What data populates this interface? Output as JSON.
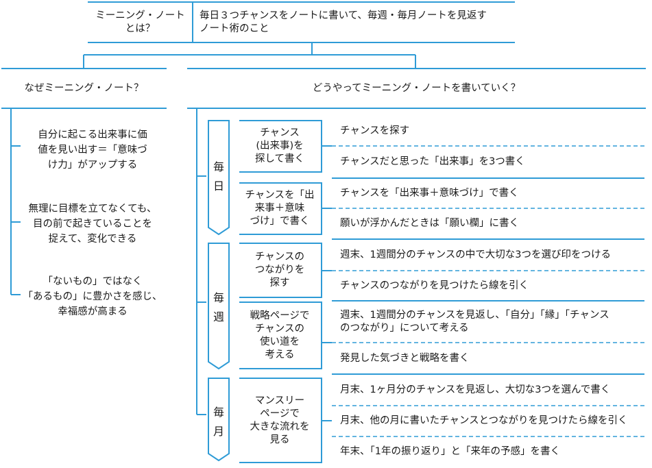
{
  "header": {
    "label": "ミーニング・ノート\nとは？",
    "definition": "毎日３つチャンスをノートに書いて、毎週・毎月ノートを見返す\nノート術のこと"
  },
  "why": {
    "title": "なぜミーニング・ノート？",
    "items": [
      "自分に起こる出来事に価\n値を見い出す＝「意味づ\nけ力」がアップする",
      "無理に目標を立てなくても、\n目の前で起きていることを\n捉えて、変化できる",
      "「ないもの」ではなく\n「あるもの」に豊かさを感じ、\n幸福感が高まる"
    ]
  },
  "how": {
    "title": "どうやってミーニング・ノートを書いていく？",
    "periods": [
      {
        "label": "毎\n日",
        "groups": [
          {
            "label": "チャンス\n(出来事)を\n探して書く",
            "actions": [
              "チャンスを探す",
              "チャンスだと思った「出来事」を3つ書く"
            ]
          },
          {
            "label": "チャンスを「出\n来事＋意味\nづけ」で書く",
            "actions": [
              "チャンスを「出来事＋意味づけ」で書く",
              "願いが浮かんだときは「願い欄」に書く"
            ]
          }
        ]
      },
      {
        "label": "毎\n週",
        "groups": [
          {
            "label": "チャンスの\nつながりを\n探す",
            "actions": [
              "週末、1週間分のチャンスの中で大切な3つを選び印をつける",
              "チャンスのつながりを見つけたら線を引く"
            ]
          },
          {
            "label": "戦略ページで\nチャンスの\n使い道を\n考える",
            "actions": [
              "週末、1週間分のチャンスを見返し、「自分」「縁」「チャンス\nのつながり」について考える",
              "発見した気づきと戦略を書く"
            ]
          }
        ]
      },
      {
        "label": "毎\n月",
        "groups": [
          {
            "label": "マンスリー\nページで\n大きな流れを\n見る",
            "actions": [
              "月末、1ヶ月分のチャンスを見返し、大切な3つを選んで書く",
              "月末、他の月に書いたチャンスとつながりを見つけたら線を引く",
              "年末、「1年の振り返り」と「来年の予感」を書く"
            ]
          }
        ]
      }
    ]
  },
  "colors": {
    "accent": "#2E9BD6",
    "text": "#1a1a1a"
  }
}
